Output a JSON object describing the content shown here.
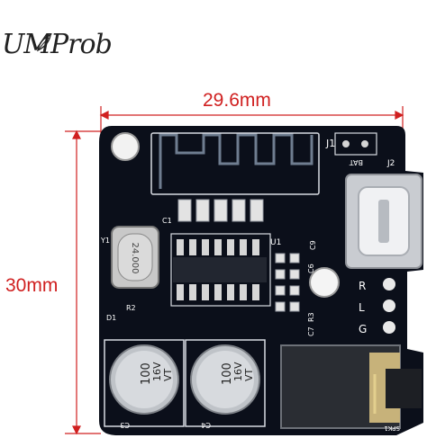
{
  "logo": {
    "text": "UMProb"
  },
  "dimensions": {
    "width_label": "29.6mm",
    "height_label": "30mm"
  },
  "board": {
    "crystal_label": "24.000",
    "cap_c3": {
      "value": "100",
      "voltage": "16V",
      "series": "VT",
      "ref": "C3"
    },
    "cap_c4": {
      "value": "100",
      "voltage": "16V",
      "series": "VT",
      "ref": "C4"
    },
    "silkscreen": {
      "j1": "J1",
      "j2": "J2",
      "bat": "BAT",
      "u1": "U1",
      "y1": "Y1",
      "c1": "C1",
      "c6": "C6",
      "c9": "C9",
      "c7": "C7",
      "r3": "R3",
      "r2": "R2",
      "d1": "D1",
      "spk1": "SPK1",
      "r": "R",
      "l": "L",
      "g": "G"
    }
  },
  "colors": {
    "dimension_red": "#d02020",
    "pcb": "#0b0f1a",
    "silk": "#ffffff"
  }
}
